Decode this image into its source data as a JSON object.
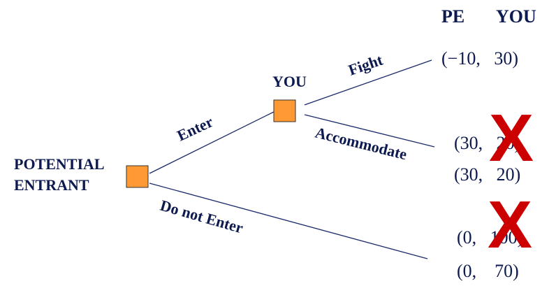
{
  "header": {
    "pe": "PE",
    "you": "YOU"
  },
  "players": {
    "potential_entrant_line1": "POTENTIAL",
    "potential_entrant_line2": "ENTRANT",
    "you": "YOU"
  },
  "branches": {
    "enter": "Enter",
    "do_not_enter": "Do not Enter",
    "fight": "Fight",
    "accommodate": "Accommodate"
  },
  "payoffs": [
    {
      "text": "(−10,   30)"
    },
    {
      "text": "(30,   20)"
    },
    {
      "text": "(30,   20)"
    },
    {
      "text": "(0,   100)"
    },
    {
      "text": "(0,    70)"
    }
  ],
  "crossed_out_mark": "X",
  "colors": {
    "node": "#ff9933",
    "text": "#0d1a4f",
    "line": "#1b2a6b",
    "cross": "#cc0000"
  }
}
